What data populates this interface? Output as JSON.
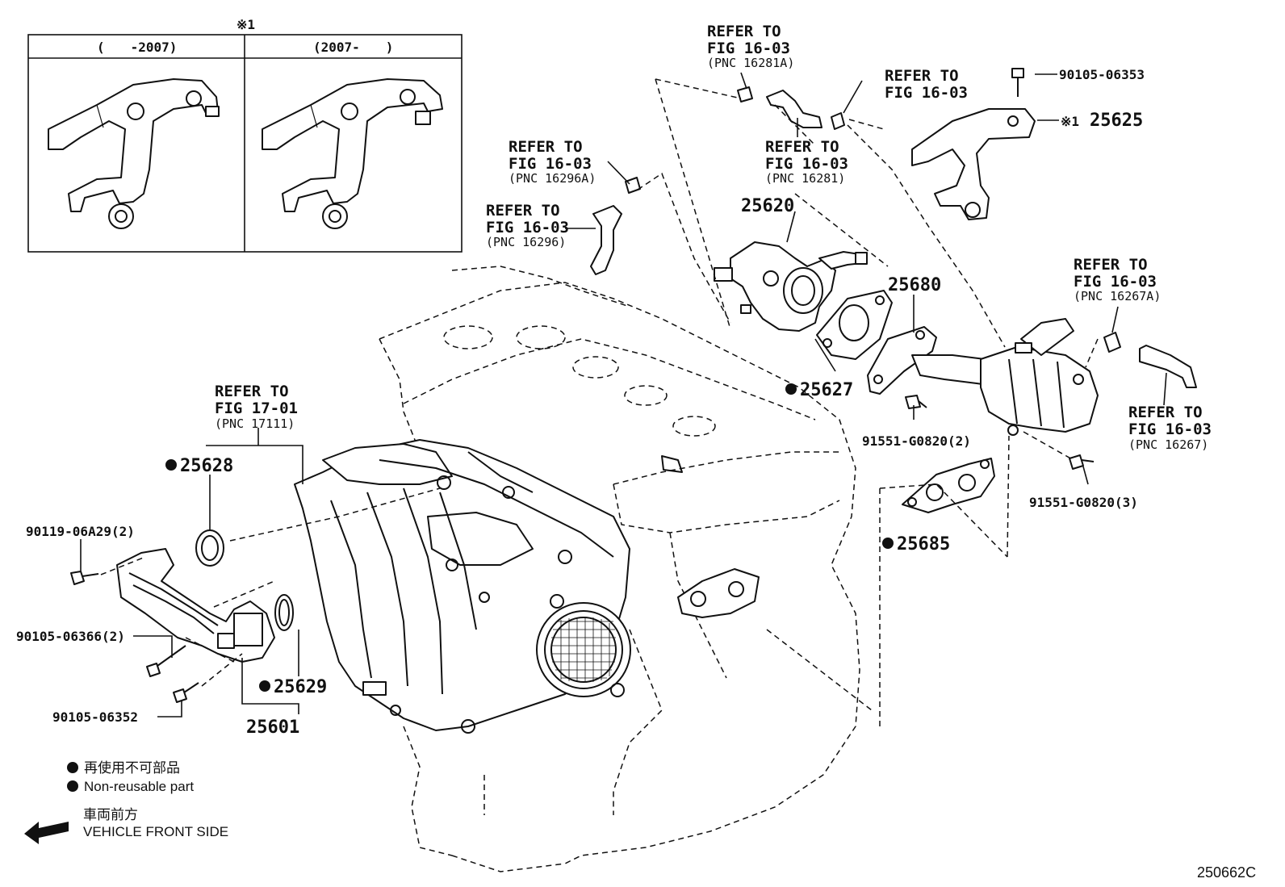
{
  "inset": {
    "marker": "※1",
    "left_header": "(　　-2007)",
    "right_header": "(2007-　　)"
  },
  "refs": {
    "r1": {
      "line1": "REFER TO",
      "line2": "FIG 16-03",
      "pnc": "(PNC 16281A)"
    },
    "r2": {
      "line1": "REFER TO",
      "line2": "FIG 16-03"
    },
    "r3": {
      "line1": "REFER TO",
      "line2": "FIG 16-03",
      "pnc": "(PNC 16281)"
    },
    "r4": {
      "line1": "REFER TO",
      "line2": "FIG 16-03",
      "pnc": "(PNC 16296A)"
    },
    "r5": {
      "line1": "REFER TO",
      "line2": "FIG 16-03",
      "pnc": "(PNC 16296)"
    },
    "r6": {
      "line1": "REFER TO",
      "line2": "FIG 16-03",
      "pnc": "(PNC 16267A)"
    },
    "r7": {
      "line1": "REFER TO",
      "line2": "FIG 16-03",
      "pnc": "(PNC 16267)"
    },
    "r8": {
      "line1": "REFER TO",
      "line2": "FIG 17-01",
      "pnc": "(PNC 17111)"
    }
  },
  "parts": {
    "p25620": "25620",
    "p25625": "25625",
    "p25625_marker": "※1",
    "p25680": "25680",
    "p25627": "25627",
    "p25685": "25685",
    "p25628": "25628",
    "p25629": "25629",
    "p25601": "25601",
    "b9010506353": "90105-06353",
    "b91551_2": "91551-G0820(2)",
    "b91551_3": "91551-G0820(3)",
    "b90119": "90119-06A29(2)",
    "b90105_06366": "90105-06366(2)",
    "b90105_06352": "90105-06352"
  },
  "legend": {
    "nonreusable_jp": "再使用不可部品",
    "nonreusable_en": "Non-reusable part",
    "front_jp": "車両前方",
    "front_en": "VEHICLE FRONT SIDE"
  },
  "diagram_code": "250662C"
}
